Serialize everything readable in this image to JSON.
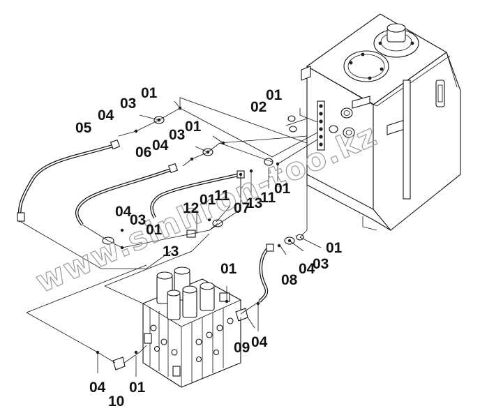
{
  "labels": {
    "l01_top": "01",
    "l03_top": "03",
    "l04_top": "04",
    "l05": "05",
    "l06": "06",
    "l04_mid": "04",
    "l03_mid": "03",
    "l01_mid": "01",
    "l01_tank": "01",
    "l02_tank": "02",
    "l07": "07",
    "l13_a": "13",
    "l11_a": "11",
    "l01_b": "01",
    "l12": "12",
    "l01_c": "01",
    "l11_b": "11",
    "l04_left": "04",
    "l03_left": "03",
    "l01_left": "01",
    "l13_b": "13",
    "l01_right": "01",
    "l03_right": "03",
    "l04_right": "04",
    "l08": "08",
    "l01_valve": "01",
    "l09": "09",
    "l04_valve": "04",
    "l04_bottom": "04",
    "l10": "10",
    "l01_bottom": "01"
  },
  "watermark": {
    "url_text": "www.sinhron-too.kz"
  },
  "colors": {
    "line": "#111111",
    "watermark": "#9a9a9a",
    "background": "#ffffff"
  }
}
